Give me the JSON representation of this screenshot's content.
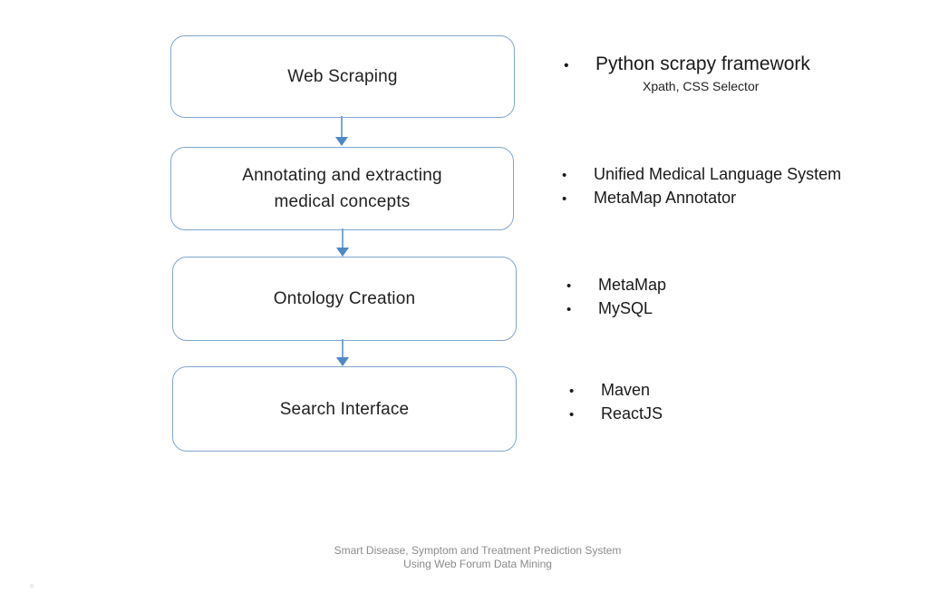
{
  "flow": {
    "steps": [
      {
        "label_lines": [
          "Web Scraping"
        ]
      },
      {
        "label_lines": [
          "Annotating and extracting",
          "medical concepts"
        ]
      },
      {
        "label_lines": [
          "Ontology Creation"
        ]
      },
      {
        "label_lines": [
          "Search Interface"
        ]
      }
    ]
  },
  "bullets": {
    "groups": [
      {
        "items": [
          {
            "text": "Python scrapy framework",
            "subtext": "Xpath, CSS Selector"
          }
        ]
      },
      {
        "items": [
          {
            "text": "Unified Medical Language System"
          },
          {
            "text": "MetaMap Annotator"
          }
        ]
      },
      {
        "items": [
          {
            "text": "MetaMap"
          },
          {
            "text": "MySQL"
          }
        ]
      },
      {
        "items": [
          {
            "text": "Maven"
          },
          {
            "text": "ReactJS"
          }
        ]
      }
    ]
  },
  "caption": {
    "line1": "Smart Disease, Symptom and Treatment Prediction System",
    "line2": "Using Web Forum Data Mining"
  },
  "icons": {
    "bullet": "•"
  },
  "colors": {
    "box_border": "#7FA6CE",
    "arrow_shaft": "#74A9DB",
    "arrow_head": "#4E88C6",
    "box_text": "#212121",
    "bullet_text": "#1a1a1a",
    "caption_text": "#8b8b8b",
    "background": "#ffffff"
  }
}
